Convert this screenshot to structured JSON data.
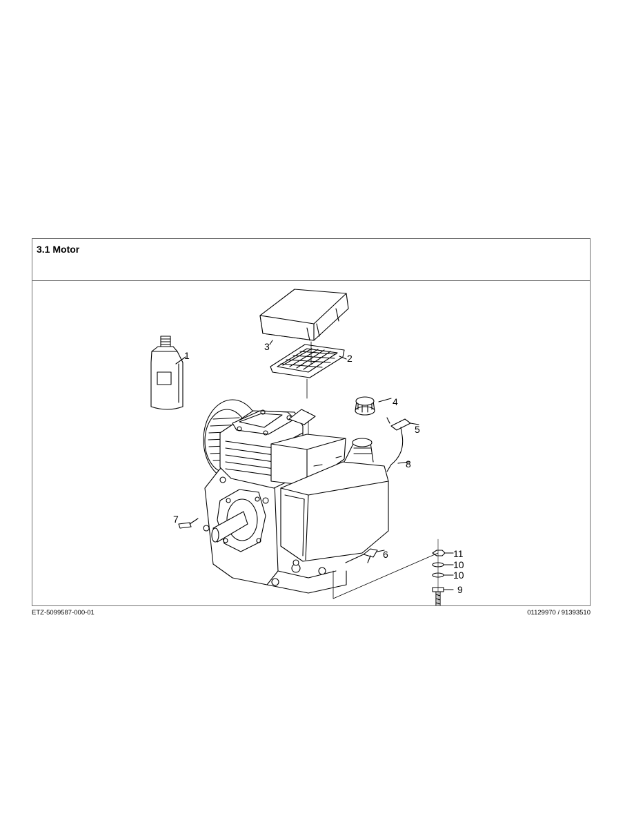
{
  "section": {
    "title": "3.1 Motor"
  },
  "callouts": [
    {
      "id": "c1",
      "label": "1"
    },
    {
      "id": "c2",
      "label": "2"
    },
    {
      "id": "c3",
      "label": "3"
    },
    {
      "id": "c4",
      "label": "4"
    },
    {
      "id": "c5",
      "label": "5"
    },
    {
      "id": "c6",
      "label": "6"
    },
    {
      "id": "c7",
      "label": "7"
    },
    {
      "id": "c8",
      "label": "8"
    },
    {
      "id": "c9",
      "label": "9"
    },
    {
      "id": "c10a",
      "label": "10"
    },
    {
      "id": "c10b",
      "label": "10"
    },
    {
      "id": "c11",
      "label": "11"
    }
  ],
  "footer": {
    "document_number": "ETZ-5099587-000-01",
    "part_numbers": "01129970 / 91393510"
  }
}
